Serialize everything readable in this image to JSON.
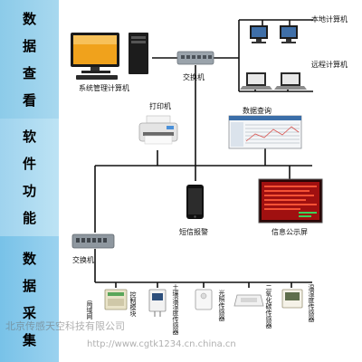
{
  "sidebar": {
    "sections": [
      {
        "chars": [
          "数",
          "据",
          "查",
          "看"
        ]
      },
      {
        "chars": [
          "软",
          "件",
          "功",
          "能"
        ]
      },
      {
        "chars": [
          "数",
          "据",
          "采",
          "集"
        ]
      }
    ]
  },
  "labels": {
    "system_pc": "系统管理计算机",
    "switch_top": "交换机",
    "local_pc": "本地计算机",
    "remote_pc": "远程计算机",
    "printer": "打印机",
    "data_query": "数据查询",
    "sms_alarm": "短信报警",
    "info_screen": "信息公示屏",
    "switch_bottom": "交换机"
  },
  "devices": [
    {
      "label": "局域网"
    },
    {
      "label": "控制模块"
    },
    {
      "label": "土壤温湿度传感器"
    },
    {
      "label": "光照传感器"
    },
    {
      "label": "二氧化碳传感器"
    },
    {
      "label": "温湿度传感器"
    }
  ],
  "watermarks": {
    "line1": "北京传感天空科技有限公司",
    "line2": "http://www.cgtk1234.cn.china.cn"
  },
  "colors": {
    "sidebar_top": "#8ccbe9",
    "sidebar_mid": "#9fd3ee",
    "sidebar_bottom": "#78c2e8",
    "monitor_screen": "#f0a21c",
    "led_screen": "#a01010"
  }
}
